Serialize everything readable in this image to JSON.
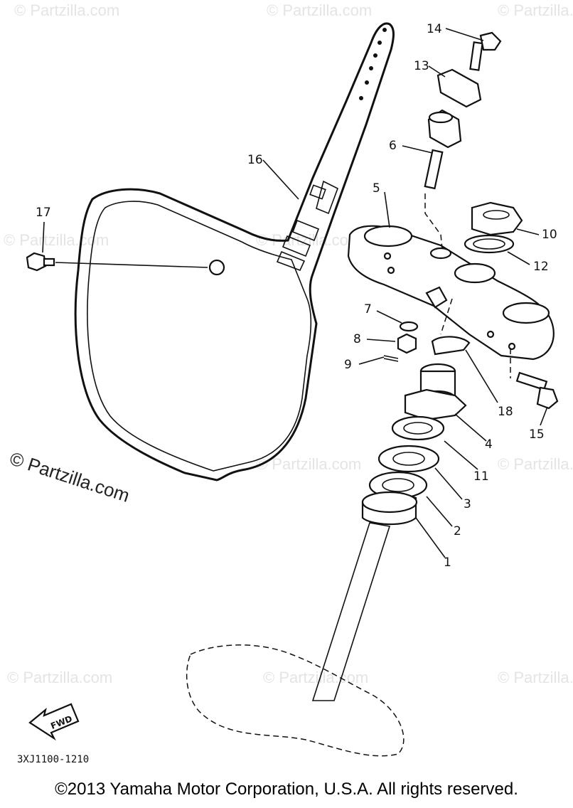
{
  "callouts": [
    {
      "id": "c1",
      "label": "1"
    },
    {
      "id": "c2",
      "label": "2"
    },
    {
      "id": "c3",
      "label": "3"
    },
    {
      "id": "c4",
      "label": "4"
    },
    {
      "id": "c5",
      "label": "5"
    },
    {
      "id": "c6",
      "label": "6"
    },
    {
      "id": "c7",
      "label": "7"
    },
    {
      "id": "c8",
      "label": "8"
    },
    {
      "id": "c9",
      "label": "9"
    },
    {
      "id": "c10",
      "label": "10"
    },
    {
      "id": "c11",
      "label": "11"
    },
    {
      "id": "c12",
      "label": "12"
    },
    {
      "id": "c13",
      "label": "13"
    },
    {
      "id": "c14",
      "label": "14"
    },
    {
      "id": "c15",
      "label": "15"
    },
    {
      "id": "c16",
      "label": "16"
    },
    {
      "id": "c17",
      "label": "17"
    },
    {
      "id": "c18",
      "label": "18"
    }
  ],
  "fwd_label": "FWD",
  "drawing_ref": "3XJ1100-1210",
  "watermark": "© Partzilla.com",
  "copyright": "©2013  Yamaha Motor Corporation, U.S.A. All rights reserved."
}
